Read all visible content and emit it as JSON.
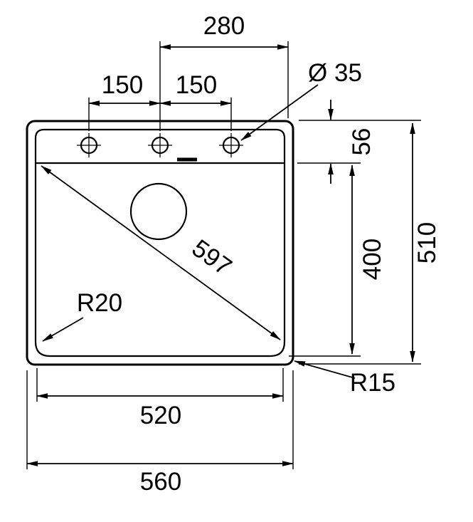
{
  "drawing": {
    "title": "Sink technical drawing (top view)",
    "colors": {
      "line": "#000000",
      "background": "#ffffff"
    },
    "labels": {
      "width_280": "280",
      "spacing_150_left": "150",
      "spacing_150_right": "150",
      "hole_diameter": "Ø 35",
      "ledge_depth_56": "56",
      "overall_depth_510": "510",
      "bowl_depth_400": "400",
      "diagonal_597": "597",
      "bowl_corner_radius": "R20",
      "outer_corner_radius": "R15",
      "bowl_width_520": "520",
      "overall_width_560": "560"
    }
  }
}
